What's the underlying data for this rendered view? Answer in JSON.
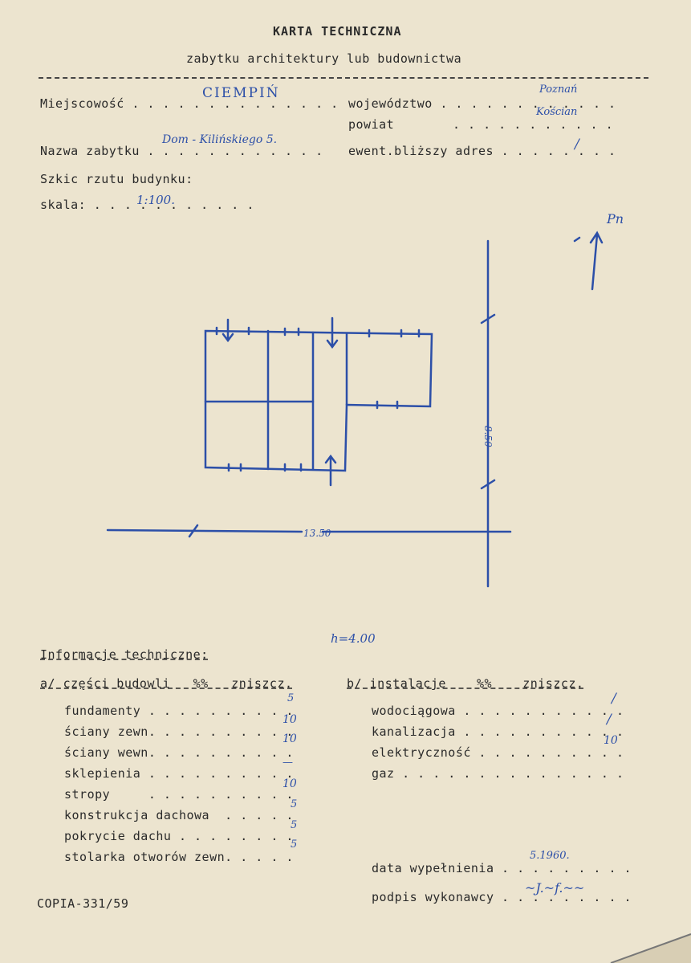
{
  "header": {
    "title": "KARTA TECHNICZNA",
    "subtitle": "zabytku architektury lub budownictwa"
  },
  "fields": {
    "miejscowosc_label": "Miejscowość . . . . . . . . . . . . . .",
    "miejscowosc_value": "CIEMPIŃ",
    "wojewodztwo_label": "województwo . . . . . . . . . . . .",
    "wojewodztwo_value": "Poznań",
    "powiat_label": "powiat",
    "powiat_dots": ". . . . . . . . . . .",
    "powiat_value": "Kościan",
    "nazwa_label": "Nazwa zabytku . . . . . . . . . . . .",
    "nazwa_value": "Dom - Kilińskiego 5.",
    "adres_label": "ewent.bliższy adres . . . . . . . .",
    "adres_value": "/",
    "szkic_label": "Szkic rzutu budynku:",
    "skala_label": "skala: . . . . . . . . . . .",
    "skala_value": "1:100."
  },
  "sketch": {
    "north_label": "Pn",
    "width_label": "13.50",
    "depth_label": "8.50",
    "height_label": "h=4.00"
  },
  "info": {
    "heading": "Informacje techniczne:",
    "a_header": "a/ części budowli   %%   zniszcz.",
    "b_header": "b/ instalacje    %%    zniszcz.",
    "a_items": [
      {
        "label": "fundamenty . . . . . . . . . .",
        "value": "5"
      },
      {
        "label": "ściany zewn. . . . . . . . . .",
        "value": "10"
      },
      {
        "label": "ściany wewn. . . . . . . . . .",
        "value": "10"
      },
      {
        "label": "sklepienia . . . . . . . . . .",
        "value": "—"
      },
      {
        "label": "stropy     . . . . . . . . . .",
        "value": "10"
      },
      {
        "label": "konstrukcja dachowa  . . . . .",
        "value": "5"
      },
      {
        "label": "pokrycie dachu . . . . . . . .",
        "value": "5"
      },
      {
        "label": "stolarka otworów zewn. . . . .",
        "value": "5"
      }
    ],
    "b_items": [
      {
        "label": "wodociągowa . . . . . . . . . . .",
        "value": "/"
      },
      {
        "label": "kanalizacja . . . . . . . . . . .",
        "value": "/"
      },
      {
        "label": "elektryczność . . . . . . . . . .",
        "value": "10"
      },
      {
        "label": "gaz . . . . . . . . . . . . . . .",
        "value": ""
      }
    ]
  },
  "footer": {
    "data_label": "data wypełnienia . . . . . . . . .",
    "data_value": "5.1960.",
    "podpis_label": "podpis wykonawcy . . . . . . . . .",
    "podpis_value": "~J.~f.~~",
    "copy_code": "COPIA-331/59"
  }
}
